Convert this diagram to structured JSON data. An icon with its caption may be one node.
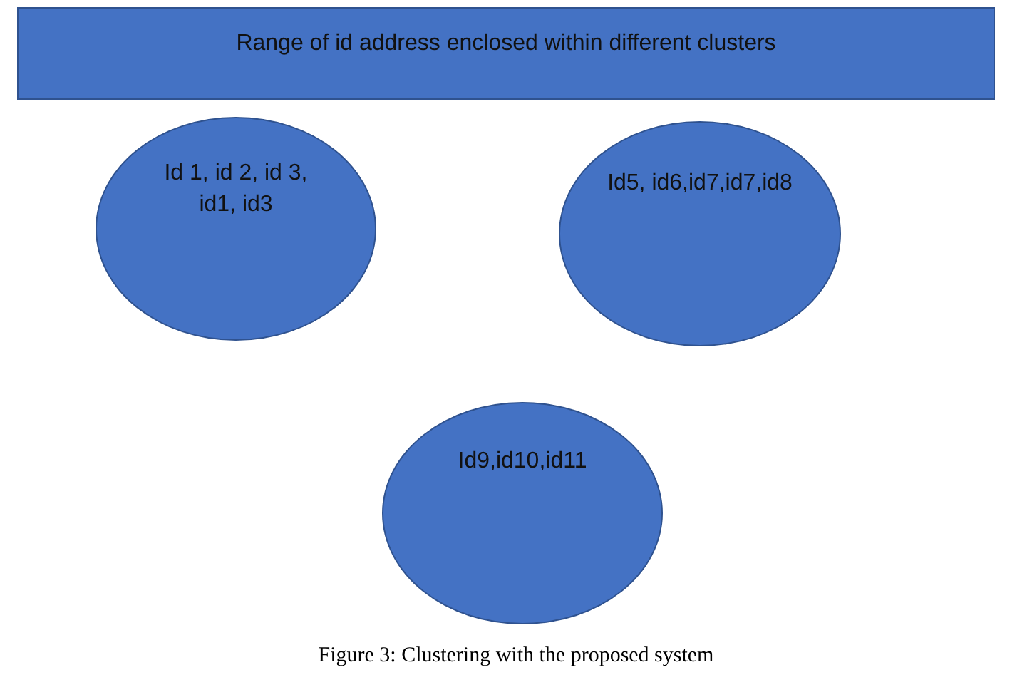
{
  "diagram": {
    "caption": "Figure 3: Clustering with the proposed system",
    "nodes": [
      {
        "text": [
          "Range of id address enclosed within different clusters"
        ]
      },
      {
        "text": [
          "Id 1, id 2, id 3, id1, id3"
        ]
      },
      {
        "text": [
          "Id5, id6,id7,id7,id8"
        ]
      },
      {
        "text": [
          "Id9,id10,id11"
        ]
      }
    ]
  }
}
